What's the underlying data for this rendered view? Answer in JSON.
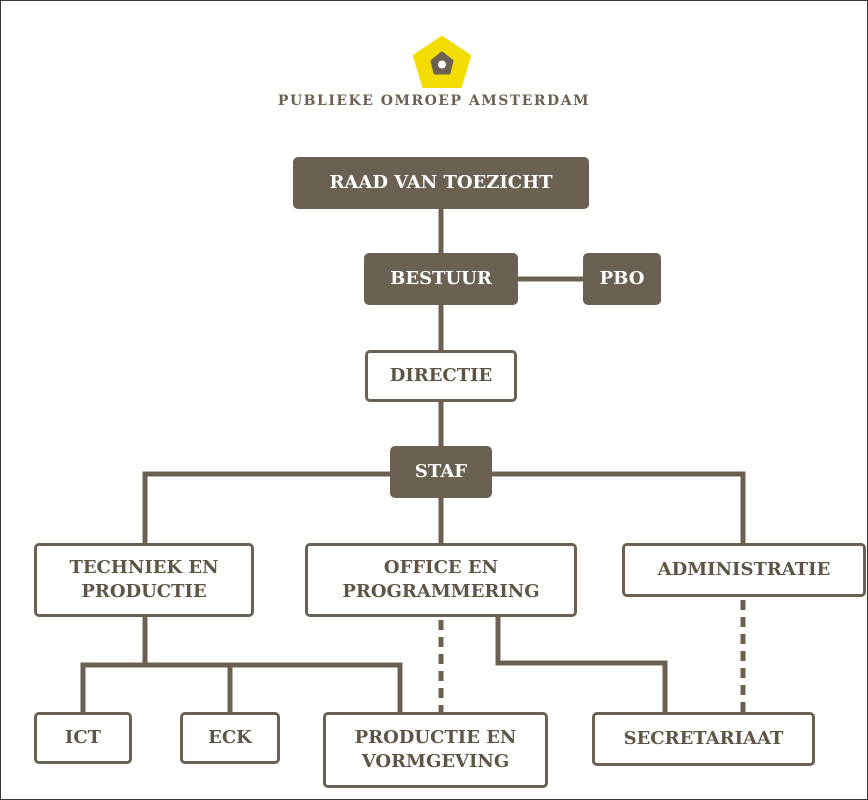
{
  "header": {
    "logo": "pentagon-logo",
    "org_name": "PUBLIEKE OMROEP AMSTERDAM"
  },
  "colors": {
    "primary": "#6b6152",
    "accent": "#f3dc00",
    "background": "#ffffff"
  },
  "nodes": {
    "raad": "RAAD VAN TOEZICHT",
    "bestuur": "BESTUUR",
    "pbo": "PBO",
    "directie": "DIRECTIE",
    "staf": "STAF",
    "techniek": "TECHNIEK EN\nPRODUCTIE",
    "office": "OFFICE EN\nPROGRAMMERING",
    "administratie": "ADMINISTRATIE",
    "ict": "ICT",
    "eck": "ECK",
    "productie": "PRODUCTIE EN\nVORMGEVING",
    "secretariaat": "SECRETARIAAT"
  }
}
